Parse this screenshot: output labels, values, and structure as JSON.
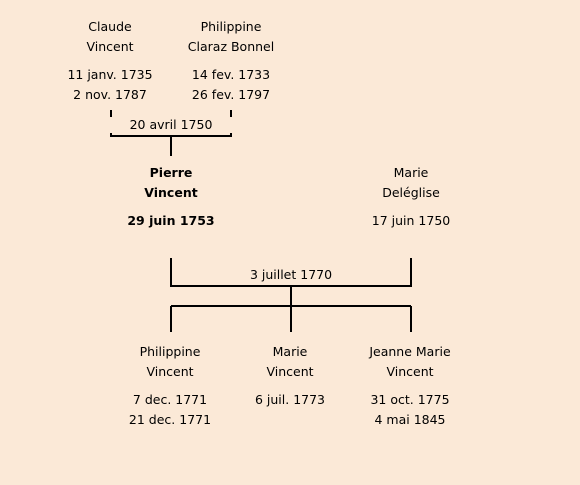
{
  "father": {
    "first_name": "Pierre",
    "last_name": "Vincent",
    "birth": "29 juin 1753"
  },
  "mother": {
    "first_name": "Marie",
    "last_name": "Deléglise",
    "birth": "17 juin 1750"
  },
  "paternal_grandfather": {
    "first_name": "Claude",
    "last_name": "Vincent",
    "birth": "11 janv. 1735",
    "death": "2 nov. 1787"
  },
  "paternal_grandmother": {
    "first_name": "Philippine",
    "last_name": "Claraz Bonnel",
    "birth": "14 fev. 1733",
    "death": "26 fev. 1797"
  },
  "grandparents_marriage": "20 avril 1750",
  "parents_marriage": "3 juillet 1770",
  "children": [
    {
      "first_name": "Philippine",
      "last_name": "Vincent",
      "birth": "7 dec. 1771",
      "death": "21 dec. 1771"
    },
    {
      "first_name": "Marie",
      "last_name": "Vincent",
      "birth": "6 juil. 1773",
      "death": ""
    },
    {
      "first_name": "Jeanne Marie",
      "last_name": "Vincent",
      "birth": "31 oct. 1775",
      "death": "4 mai 1845"
    }
  ]
}
